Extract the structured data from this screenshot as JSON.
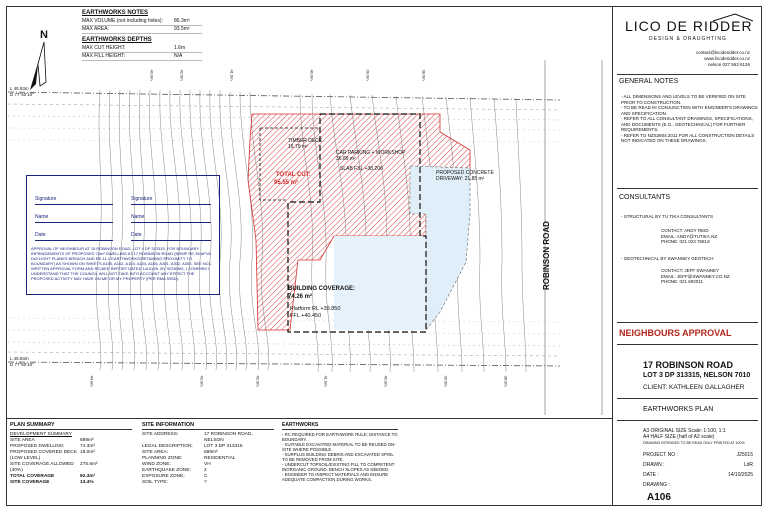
{
  "earthworks_notes": {
    "title": "EARTHWORKS NOTES",
    "rows": [
      {
        "k": "MAX VOLUME (not including holes):",
        "v": "86.3m³"
      },
      {
        "k": "MAX AREA:",
        "v": "93.5m²"
      }
    ],
    "depths_title": "EARTHWORKS DEPTHS",
    "depth_rows": [
      {
        "k": "MAX CUT HEIGHT:",
        "v": "1.6m"
      },
      {
        "k": "MAX FILL HEIGHT:",
        "v": "N/A"
      }
    ]
  },
  "site": {
    "road_name": "ROBINSON ROAD",
    "boundary_top": "L 45.93m\nD 77°50'10\"",
    "boundary_bottom": "L 45.93m\nD 77°50'10\"",
    "timber_deck": "TIMBER DECK\n16.79 m²",
    "car_parking": "CAR PARKING + WORKSHOP\n36.89 m²",
    "slab_ffl": "SLAB FSL       +38.200",
    "total_cut_label": "TOTAL CUT:",
    "total_cut_value": "95.55 m²",
    "driveway": "PROPOSED CONCRETE\nDRIVEWAY: 21.85 m²",
    "building_coverage_label": "BUILDING COVERAGE:",
    "building_coverage_value": "74.26 m²",
    "platform_rl": "Platform RL   +39.850",
    "ffl": "FFL               +40.450",
    "contours": [
      "43.0m",
      "42.0m",
      "41.0m",
      "40.0m",
      "39.0m",
      "38.0m",
      "44.0m",
      "43.0m",
      "42.0m",
      "41.0m",
      "40.0m",
      "39.0m",
      "38.0m"
    ]
  },
  "approval": {
    "sig1": "Signature",
    "sig2": "Signature",
    "name1": "Name",
    "name2": "Name",
    "date1": "Date",
    "date2": "Date",
    "text": "APPROVAL OF NEIGHBOUR AT 15 ROBINSON ROAD, LOT 4 DP 313315, FOR BOUNDARY INFRINGEMENTS OF PROPOSED 74m² DWELLING AT 17 ROBINSON ROAD (NRMP RE-35 AP15-DAYLIGHT PLANES BREACH AND RE-11.1 EARTHWORKS/RETAINING PROXIMITY TO BOUNDARY) AS SHOWN ON SHEETS A100, A102, A103, A104, A106, A301, A302, A303. SEE NCC WRITTEN APPROVAL FORM AND RC/AEE REPORT DATED 14/10/25. BY SIGNING, I CONFIRM I UNDERSTAND THAT THE COUNCIL WILL NOT TAKE INTO ACCOUNT ANY EFFECT THE PROPOSED ACTIVITY MAY HAVE ON ME OR MY PROPERTY (PER RMA S95D)."
  },
  "plan_summary": {
    "title": "PLAN SUMMARY",
    "sub": "DEVELOPMENT SUMMARY",
    "rows": [
      {
        "k": "SITE AREA",
        "v": "689m²",
        "b": false
      },
      {
        "k": "PROPOSED DWELLING",
        "v": "74.3m²",
        "b": false
      },
      {
        "k": "PROPOSED COVERED DECK (LOW LEVEL)",
        "v": "18.0m²",
        "b": false
      },
      {
        "k": "SITE COVERAGE ALLOWED (40%)",
        "v": "275.6m²",
        "b": false
      },
      {
        "k": "TOTAL COVERAGE",
        "v": "92.3m²",
        "b": true
      },
      {
        "k": "SITE COVERAGE",
        "v": "13.4%",
        "b": true
      }
    ]
  },
  "site_information": {
    "title": "SITE INFORMATION",
    "rows": [
      {
        "k": "SITE ADDRESS:",
        "v": "17 ROBINSON ROAD, NELSON"
      },
      {
        "k": "LEGAL DESCRIPTION:",
        "v": "LOT 3 DP 313315"
      },
      {
        "k": "SITE AREA:",
        "v": "689m²"
      },
      {
        "k": "PLANNING ZONE:",
        "v": "RESIDENTIAL"
      },
      {
        "k": "WIND ZONE:",
        "v": "VH"
      },
      {
        "k": "EARTHQUAKE ZONE:",
        "v": "2"
      },
      {
        "k": "EXPOSURE ZONE:",
        "v": "C"
      },
      {
        "k": "SOIL TYPE:",
        "v": "?"
      }
    ]
  },
  "earthworks": {
    "title": "EARTHWORKS",
    "items": [
      "- RC REQUIRED FOR EARTHWORK RULE; DISTANCE TO BOUNDARY.",
      "- SUITABLE EXCAVATED MATERIAL TO BE REUSED ON-SITE WHERE POSSIBLE.",
      "- SURPLUS BUILDING DEBRIS AND EXCAVATED SPOIL TO BE REMOVED FROM SITE.",
      "- UNDERCUT TOPSOIL/EXISTING FILL TO COMPETENT INORGANIC GROUND. BENCH SLOPES AS NEEDED.",
      "- ENGINEER TO INSPECT MATERIALS AND ENSURE ADEQUATE COMPACTION DURING WORKS."
    ]
  },
  "title_block": {
    "logo": "LICO DE RIDDER",
    "logo_sub": "DESIGN & DRAUGHTING",
    "contact": [
      "contact@licoderidder.co.nz",
      "www.licoderidder.co.nz",
      "nelson    027 563 6126"
    ],
    "general_notes_title": "GENERAL NOTES",
    "general_notes": [
      "- ALL DIMENSIONS AND LEVELS TO BE VERIFIED ON SITE PRIOR TO CONSTRUCTION.",
      "- TO BE READ IN CONJUNCTION WITH ENGINEER'S DRAWINGS AND SPECIFICATION.",
      "- REFER TO ALL CONSULTANT DRAWINGS, SPECIFICATIONS, AND DOCUMENTS (E.G., GEOTECHNICAL) FOR FURTHER REQUIREMENTS.",
      "- REFER TO NZS3604:2011 FOR ALL CONSTRUCTION DETAILS NOT INDICATED ON THESE DRAWINGS."
    ],
    "consultants_title": "CONSULTANTS",
    "structural": "- STRUCTURAL BY TU TIKA CONSULTANTS",
    "structural_contact": [
      "CONTACT: ANDY REID",
      "EMAIL: ANDY@TUTIKA.NZ",
      "PHONE: 021 023 7681S"
    ],
    "geotech": "- GEOTECHNICAL BY SWANNEY GEOTECH",
    "geotech_contact": [
      "CONTACT: JEFF SWANNEY",
      "EMAIL: JEFF@SWANNEY.CO.NZ",
      "PHONE: 021 692011"
    ],
    "neighbours_approval": "NEIGHBOURS APPROVAL",
    "project_title": "17 ROBINSON ROAD",
    "lot": "LOT 3 DP 313315, NELSON 7010",
    "client": "CLIENT: KATHLEEN GALLAGHER",
    "plan_name": "EARTHWORKS PLAN",
    "scale_l1": "A3 ORIGINAL SIZE    Scale: 1:100, 1:1",
    "scale_l2": "A4  HALF SIZE           (half of A3 scale)",
    "scale_l3": "DRAWING INTENDED TO BE READ ONLY PRINTED AT 100%",
    "project_no_k": "PROJECT NO :",
    "project_no_v": "J25015",
    "drawn_k": "DRAWN :",
    "drawn_v": "LdR",
    "date_k": "DATE :",
    "date_v": "14/10/2025",
    "drawing_k": "DRAWING :",
    "drawing_no": "A106"
  }
}
